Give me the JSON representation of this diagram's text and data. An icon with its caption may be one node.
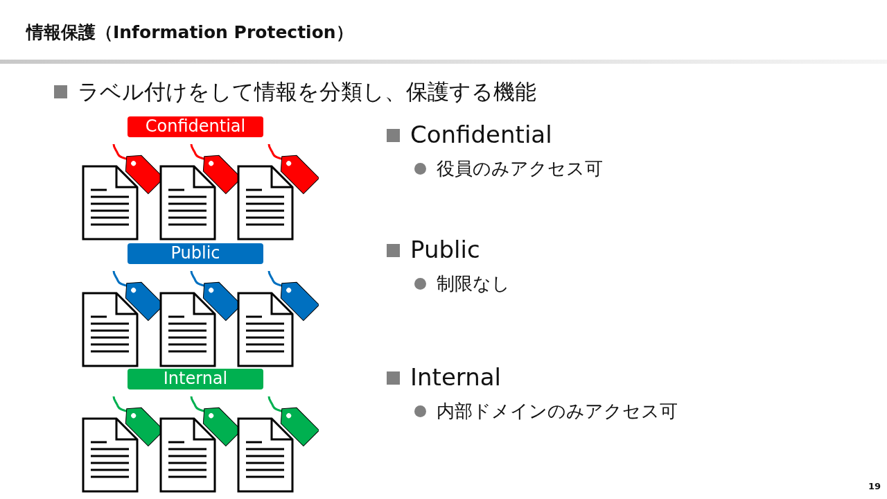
{
  "diagram": {
    "title": "情報保護（Information Protection）",
    "nodes": [
      {
        "text": [
          "Confidential"
        ]
      },
      {
        "text": [
          "Public"
        ]
      },
      {
        "text": [
          "Internal"
        ]
      }
    ],
    "labels": [
      "ラベル付けをして情報を分類し、保護する機能",
      "Confidential",
      "役員のみアクセス可",
      "Public",
      "制限なし",
      "Internal",
      "内部ドメインのみアクセス可",
      "19"
    ]
  }
}
